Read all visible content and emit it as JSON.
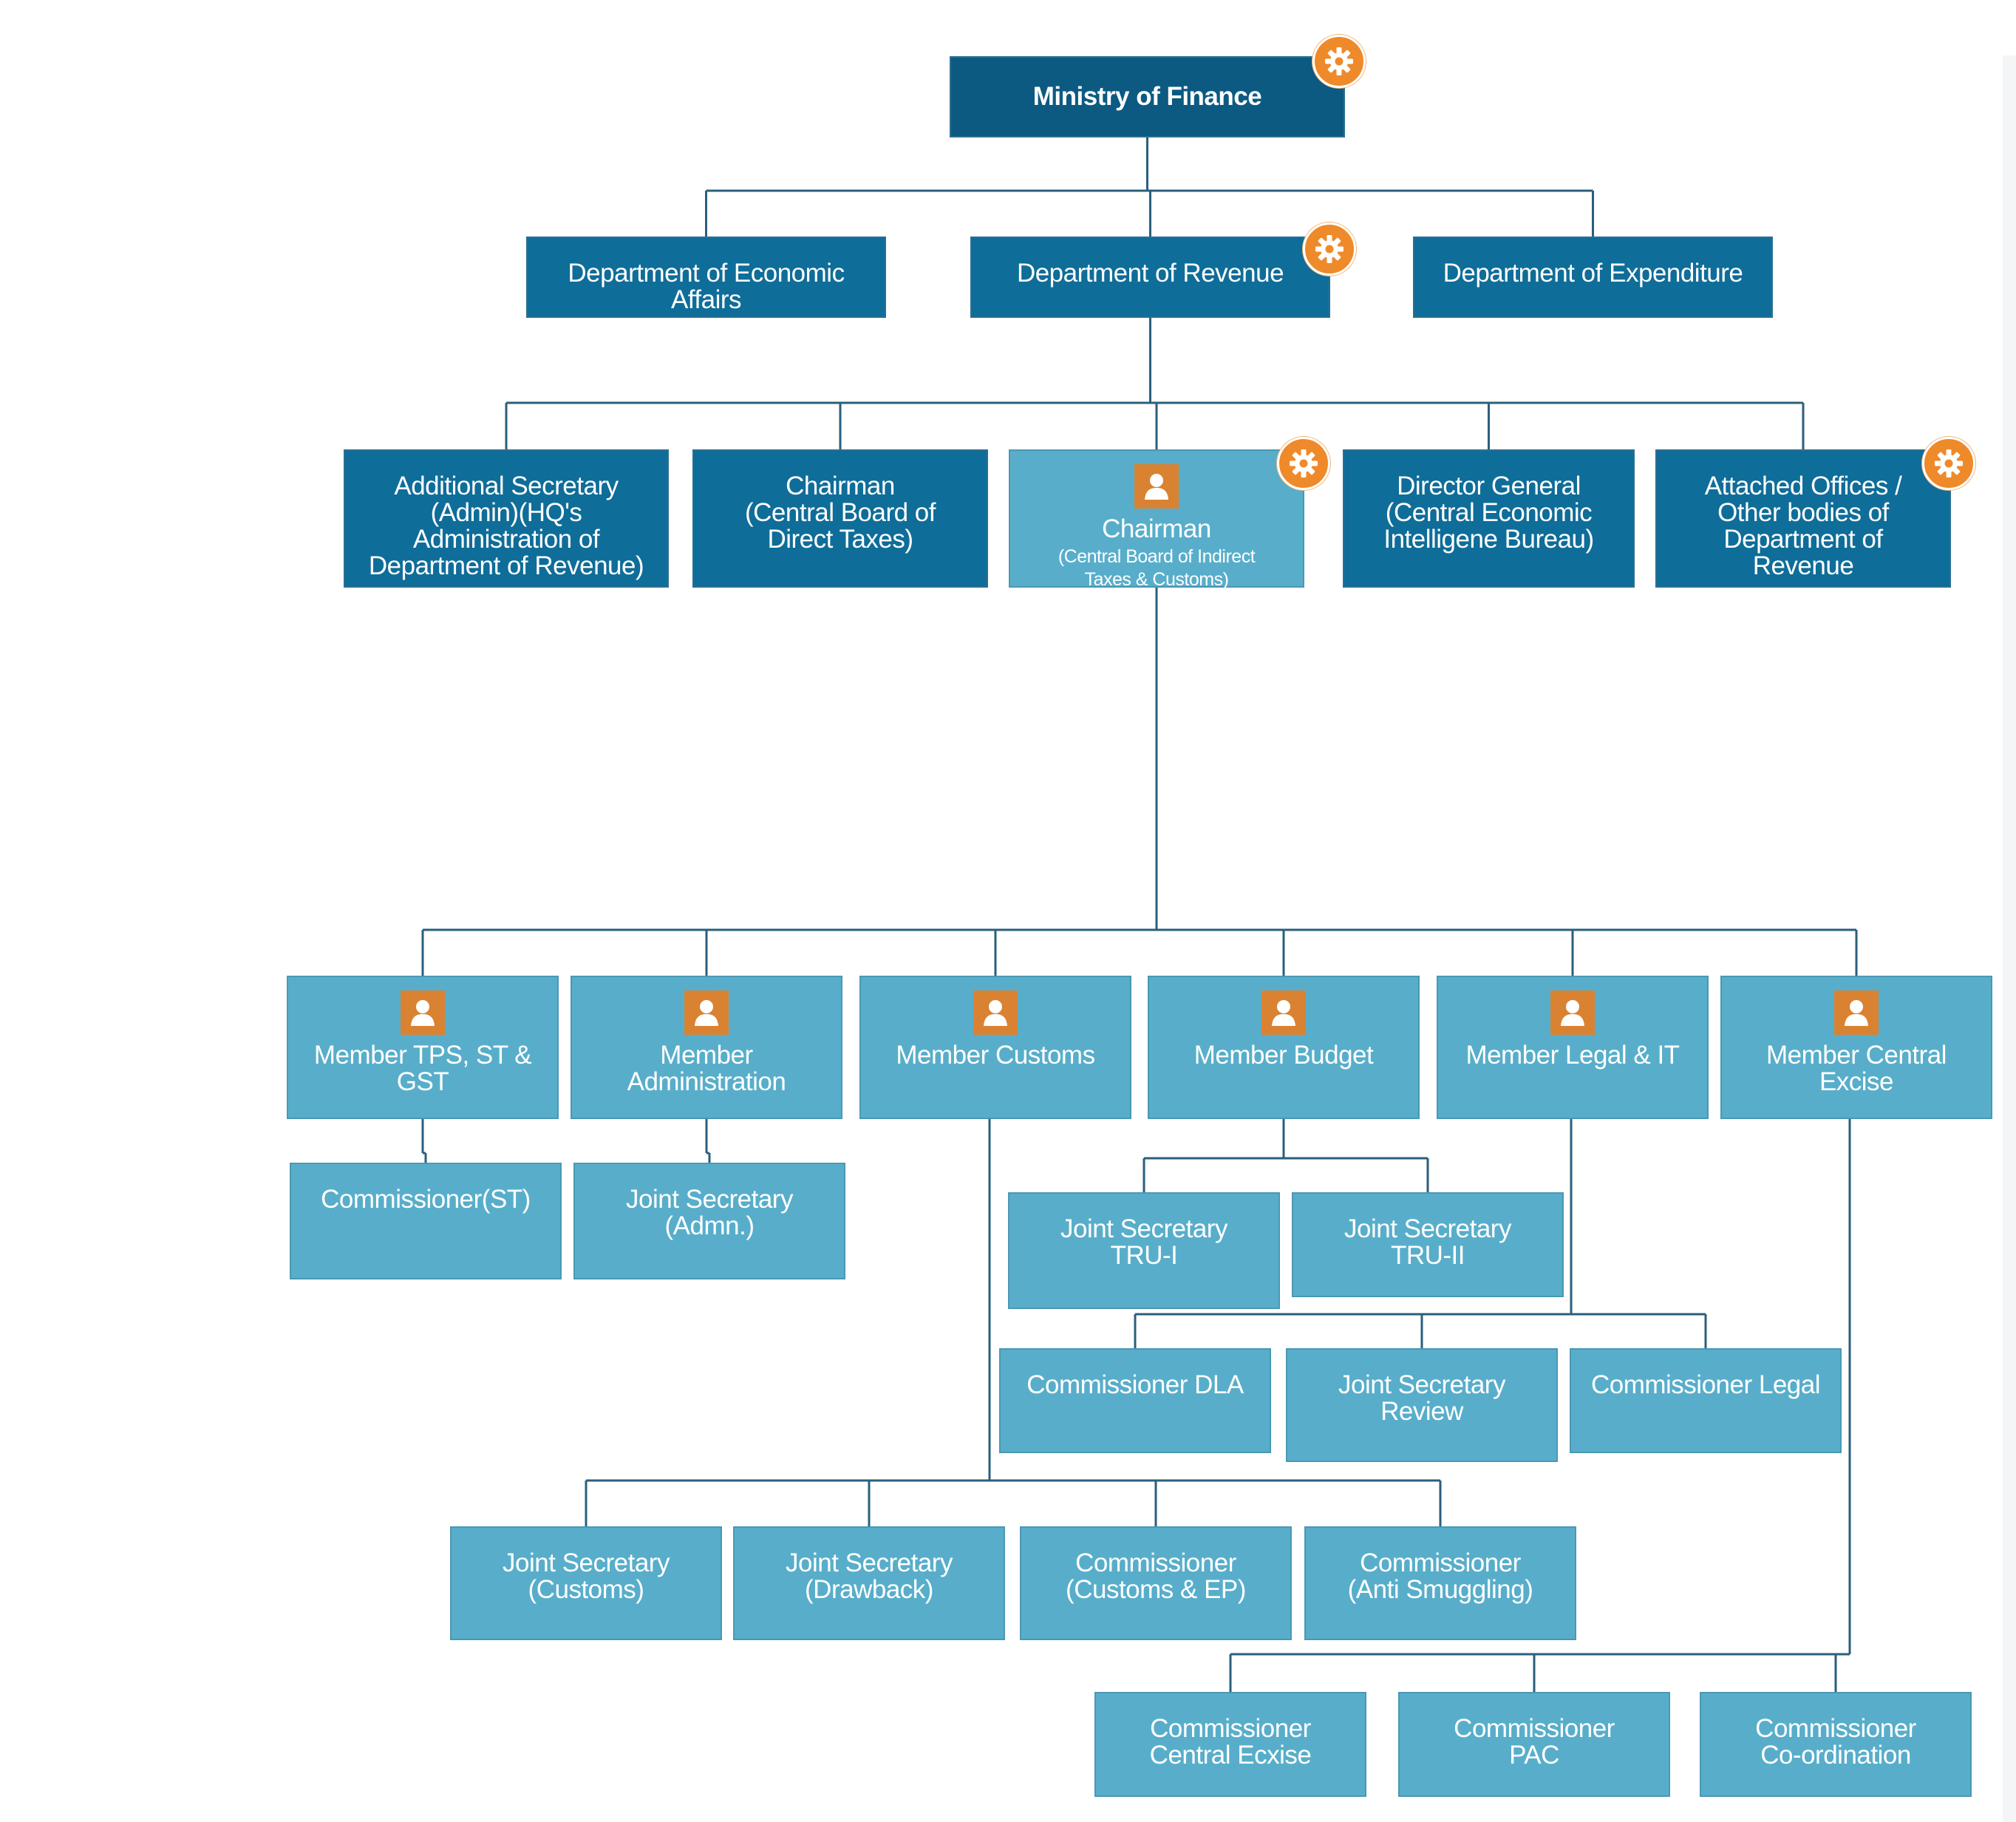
{
  "nodes": [
    {
      "id": "ministry",
      "label": "Ministry of Finance",
      "style": "top-dark",
      "gear": true
    },
    {
      "id": "dea",
      "label": "Department of Economic\nAffairs",
      "style": "dark"
    },
    {
      "id": "dor",
      "label": "Department of Revenue",
      "style": "dark",
      "gear": true
    },
    {
      "id": "doe",
      "label": "Department of Expenditure",
      "style": "dark"
    },
    {
      "id": "addl-sec",
      "label": "Additional Secretary\n(Admin)(HQ's\nAdministration of\nDepartment of Revenue)",
      "style": "dark"
    },
    {
      "id": "cbdt",
      "label": "Chairman\n(Central Board of\nDirect Taxes)",
      "style": "dark"
    },
    {
      "id": "cbic",
      "label": "Chairman",
      "sub": "(Central Board of Indirect\nTaxes & Customs)",
      "style": "light",
      "person": true,
      "gear": true
    },
    {
      "id": "dg-ceib",
      "label": "Director General\n(Central Economic\nIntelligene Bureau)",
      "style": "dark"
    },
    {
      "id": "attached",
      "label": "Attached Offices /\nOther bodies of\nDepartment of\nRevenue",
      "style": "dark",
      "gear": true
    },
    {
      "id": "m-tps",
      "label": "Member TPS, ST &\nGST",
      "style": "light",
      "person": true
    },
    {
      "id": "m-admin",
      "label": "Member\nAdministration",
      "style": "light",
      "person": true
    },
    {
      "id": "m-customs",
      "label": "Member Customs",
      "style": "light",
      "person": true
    },
    {
      "id": "m-budget",
      "label": "Member Budget",
      "style": "light",
      "person": true
    },
    {
      "id": "m-legal",
      "label": "Member Legal & IT",
      "style": "light",
      "person": true
    },
    {
      "id": "m-excise",
      "label": "Member Central\nExcise",
      "style": "light",
      "person": true
    },
    {
      "id": "c-st",
      "label": "Commissioner(ST)",
      "style": "light"
    },
    {
      "id": "js-admn",
      "label": "Joint Secretary\n(Admn.)",
      "style": "light"
    },
    {
      "id": "js-tru1",
      "label": "Joint Secretary\nTRU-I",
      "style": "light"
    },
    {
      "id": "js-tru2",
      "label": "Joint Secretary\nTRU-II",
      "style": "light"
    },
    {
      "id": "c-dla",
      "label": "Commissioner DLA",
      "style": "light"
    },
    {
      "id": "js-review",
      "label": "Joint Secretary\nReview",
      "style": "light"
    },
    {
      "id": "c-legal",
      "label": "Commissioner Legal",
      "style": "light"
    },
    {
      "id": "js-customs",
      "label": "Joint Secretary\n(Customs)",
      "style": "light"
    },
    {
      "id": "js-drawback",
      "label": "Joint Secretary\n(Drawback)",
      "style": "light"
    },
    {
      "id": "c-customs-ep",
      "label": "Commissioner\n(Customs & EP)",
      "style": "light"
    },
    {
      "id": "c-antismug",
      "label": "Commissioner\n(Anti Smuggling)",
      "style": "light"
    },
    {
      "id": "c-cex",
      "label": "Commissioner\nCentral Ecxise",
      "style": "light"
    },
    {
      "id": "c-pac",
      "label": "Commissioner\nPAC",
      "style": "light"
    },
    {
      "id": "c-coord",
      "label": "Commissioner\nCo-ordination",
      "style": "light"
    }
  ],
  "edges": [
    [
      "ministry",
      "dea"
    ],
    [
      "ministry",
      "dor"
    ],
    [
      "ministry",
      "doe"
    ],
    [
      "dor",
      "addl-sec"
    ],
    [
      "dor",
      "cbdt"
    ],
    [
      "dor",
      "cbic"
    ],
    [
      "dor",
      "dg-ceib"
    ],
    [
      "dor",
      "attached"
    ],
    [
      "cbic",
      "m-tps"
    ],
    [
      "cbic",
      "m-admin"
    ],
    [
      "cbic",
      "m-customs"
    ],
    [
      "cbic",
      "m-budget"
    ],
    [
      "cbic",
      "m-legal"
    ],
    [
      "cbic",
      "m-excise"
    ],
    [
      "m-tps",
      "c-st"
    ],
    [
      "m-admin",
      "js-admn"
    ],
    [
      "m-budget",
      "js-tru1"
    ],
    [
      "m-budget",
      "js-tru2"
    ],
    [
      "m-legal",
      "c-dla"
    ],
    [
      "m-legal",
      "js-review"
    ],
    [
      "m-legal",
      "c-legal"
    ],
    [
      "m-customs",
      "js-customs"
    ],
    [
      "m-customs",
      "js-drawback"
    ],
    [
      "m-customs",
      "c-customs-ep"
    ],
    [
      "m-customs",
      "c-antismug"
    ],
    [
      "m-excise",
      "c-cex"
    ],
    [
      "m-excise",
      "c-pac"
    ],
    [
      "m-excise",
      "c-coord"
    ]
  ],
  "icons": {
    "gear": "gear-icon",
    "person": "person-icon"
  },
  "colors": {
    "top_box": "#0c5a82",
    "dark_box": "#0f6d99",
    "light_box": "#58aeca",
    "connector": "#2a5f7d",
    "icon_orange": "#ee8a2a",
    "person_badge": "#d98232"
  }
}
